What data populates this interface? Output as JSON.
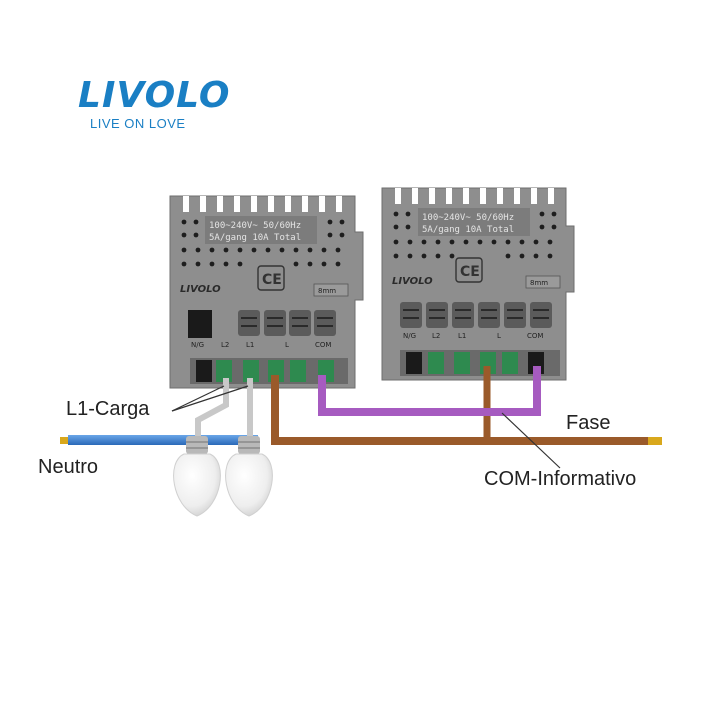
{
  "brand": {
    "logo": "LIVOLO",
    "tagline": "LIVE ON LOVE"
  },
  "module": {
    "spec_line1": "100~240V~  50/60Hz",
    "spec_line2": "5A/gang 10A Total",
    "brand_mark": "LIVOLO",
    "ce_mark": "CE",
    "strip_mark": "8mm",
    "terminals": [
      "N/G",
      "L2",
      "L1",
      "L",
      "COM"
    ]
  },
  "labels": {
    "l1_carga": "L1-Carga",
    "neutro": "Neutro",
    "fase": "Fase",
    "com_informativo": "COM-Informativo"
  },
  "colors": {
    "logo_blue": "#1a7fc4",
    "module_gray": "#8e8e8e",
    "neutral_wire": "#3a7fd0",
    "phase_wire": "#9a5a2a",
    "com_wire": "#a65bc0",
    "load_wire": "#c8c8c8",
    "terminal_green": "#2e8a4f"
  }
}
